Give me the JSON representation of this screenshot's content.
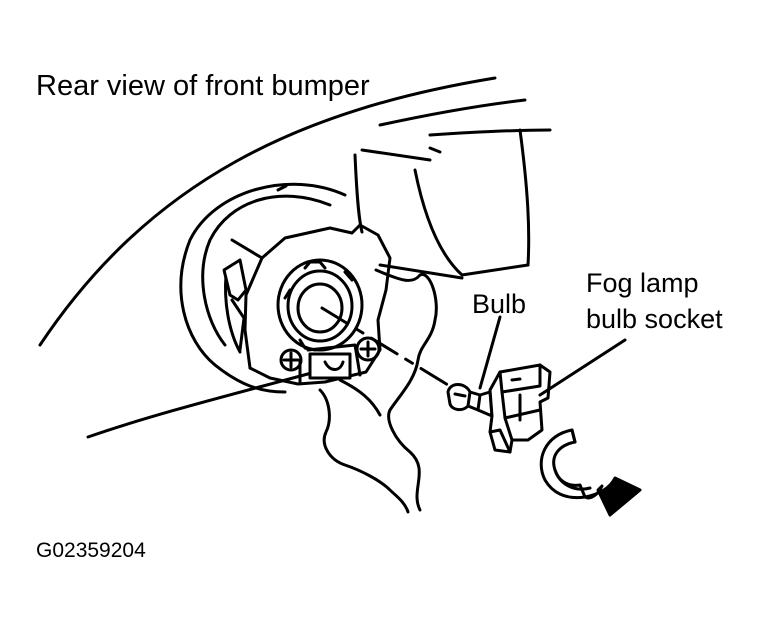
{
  "labels": {
    "title": "Rear view of front bumper",
    "bulb": "Bulb",
    "socket_line1": "Fog lamp",
    "socket_line2": "bulb socket",
    "figure_id": "G02359204"
  },
  "colors": {
    "line": "#000000",
    "background": "#ffffff"
  }
}
